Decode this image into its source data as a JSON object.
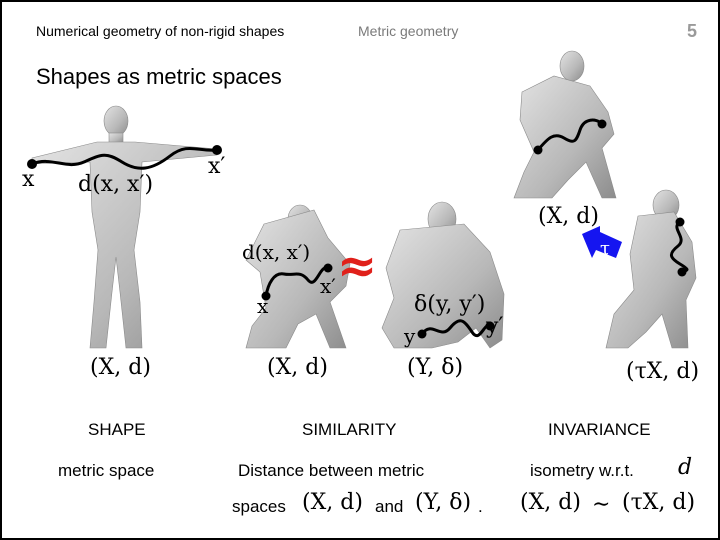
{
  "header": {
    "course_title": "Numerical geometry of non-rigid shapes",
    "section": "Metric geometry",
    "slide_number": "5"
  },
  "slide_title": "Shapes as metric spaces",
  "figure_labels": {
    "x": "x",
    "x_prime": "x′",
    "y": "y",
    "y_prime": "y′",
    "d_x_xp": "d(x, x′)",
    "delta_y_yp": "δ(y, y′)",
    "approx": "≈",
    "tau": "τ",
    "X_d": "(X, d)",
    "Y_delta": "(Y, δ)",
    "tauX_d": "(τX, d)"
  },
  "columns": [
    {
      "heading": "SHAPE",
      "line1": "metric space"
    },
    {
      "heading": "SIMILARITY",
      "line1": "Distance between metric",
      "line2_prefix": "spaces",
      "line2_mid": "and",
      "line2_end": "."
    },
    {
      "heading": "INVARIANCE",
      "line1": "isometry w.r.t.",
      "line1_math": "d",
      "line2_math_left": "(X, d)",
      "line2_sim": "∼",
      "line2_math_right": "(τX, d)"
    }
  ],
  "colors": {
    "approx_red": "#e0201a",
    "tau_blue": "#1515f0",
    "shape_fill": "#bdbdbd",
    "path_black": "#000000"
  }
}
